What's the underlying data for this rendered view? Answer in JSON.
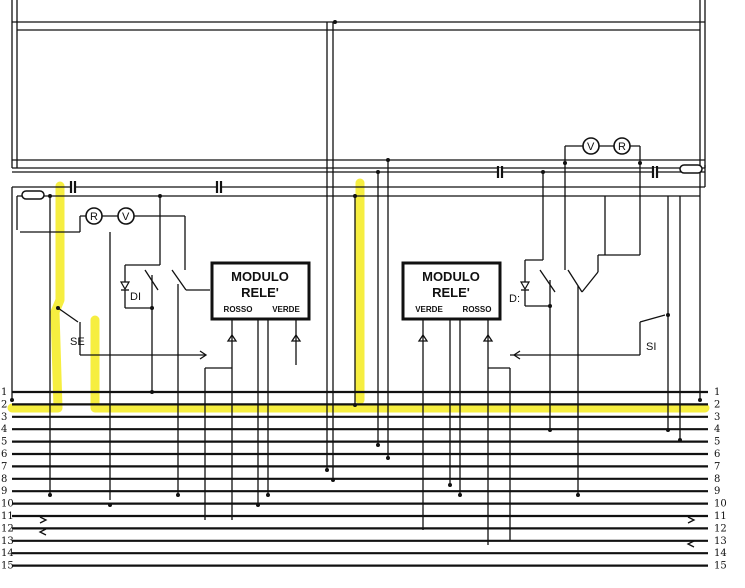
{
  "left_module": {
    "title1": "MODULO",
    "title2": "RELE'",
    "out_left": "ROSSO",
    "out_right": "VERDE"
  },
  "right_module": {
    "title1": "MODULO",
    "title2": "RELE'",
    "out_left": "VERDE",
    "out_right": "ROSSO"
  },
  "labels": {
    "diode_left": "DI",
    "diode_right": "D:",
    "switch_left": "SE",
    "switch_right": "SI",
    "lamp_r": "R",
    "lamp_v": "V"
  },
  "bus_numbers": [
    "1",
    "2",
    "3",
    "4",
    "5",
    "6",
    "7",
    "8",
    "9",
    "10",
    "11",
    "12",
    "13",
    "14",
    "15"
  ],
  "highlight_color": "#f5ec2b"
}
